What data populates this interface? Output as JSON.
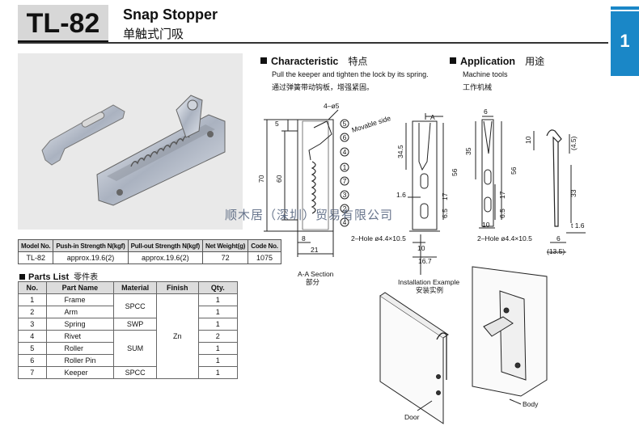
{
  "header": {
    "model": "TL-82",
    "title_en": "Snap Stopper",
    "title_zh": "单触式门吸",
    "tab_number": "1"
  },
  "characteristic": {
    "title": "Characteristic",
    "title_zh": "特点",
    "text_en": "Pull the keeper and tighten the lock by its spring.",
    "text_zh": "通过弹簧带动钩板，增强紧固。"
  },
  "application": {
    "title": "Application",
    "title_zh": "用途",
    "text_en": "Machine tools",
    "text_zh": "工作机械"
  },
  "spec_table": {
    "headers": [
      "Model No.",
      "Push-in Strength N(kgf)",
      "Pull-out Strength N(kgf)",
      "Net Weight(g)",
      "Code No."
    ],
    "row": [
      "TL-82",
      "approx.19.6(2)",
      "approx.19.6(2)",
      "72",
      "1075"
    ]
  },
  "parts": {
    "title": "Parts List",
    "title_zh": "零件表",
    "headers": [
      "No.",
      "Part Name",
      "Material",
      "Finish",
      "Qty."
    ],
    "rows": [
      {
        "no": "1",
        "name": "Frame",
        "qty": "1"
      },
      {
        "no": "2",
        "name": "Arm",
        "qty": "1"
      },
      {
        "no": "3",
        "name": "Spring",
        "qty": "1"
      },
      {
        "no": "4",
        "name": "Rivet",
        "qty": "2"
      },
      {
        "no": "5",
        "name": "Roller",
        "qty": "1"
      },
      {
        "no": "6",
        "name": "Roller Pin",
        "qty": "1"
      },
      {
        "no": "7",
        "name": "Keeper",
        "qty": "1"
      }
    ],
    "materials": [
      "SPCC",
      "SWP",
      "SUM",
      "SPCC"
    ],
    "finish": "Zn"
  },
  "drawing": {
    "hole_4": "4–ø5",
    "movable_side": "Movable side",
    "aa_label": "A",
    "hole_note_1": "2–Hole ø4.4×10.5",
    "hole_note_2": "2–Hole ø4.4×10.5",
    "section_en": "A-A Section",
    "section_zh": "部分",
    "dims": {
      "d70": "70",
      "d60": "60",
      "d5": "5",
      "d8": "8",
      "d21": "21",
      "d34_5": "34.5",
      "d56a": "56",
      "d17a": "17",
      "d6_5a": "6.5",
      "d1_6": "1.6",
      "d10a": "10",
      "d16_7": "16.7",
      "d6": "6",
      "d35": "35",
      "d56b": "56",
      "d17b": "17",
      "d6_5b": "6.5",
      "d10b": "10",
      "d10c": "10",
      "d4_5": "(4.5)",
      "d33": "33",
      "t1_6": "t 1.6",
      "d6b": "6",
      "d13_5": "(13.5)"
    },
    "callouts": [
      "5",
      "6",
      "4",
      "1",
      "7",
      "3",
      "2",
      "4"
    ]
  },
  "install": {
    "title_en": "Installation Example",
    "title_zh": "安装实例",
    "door": "Door",
    "body": "Body"
  },
  "watermark": "顺木居（深圳）贸易有限公司"
}
